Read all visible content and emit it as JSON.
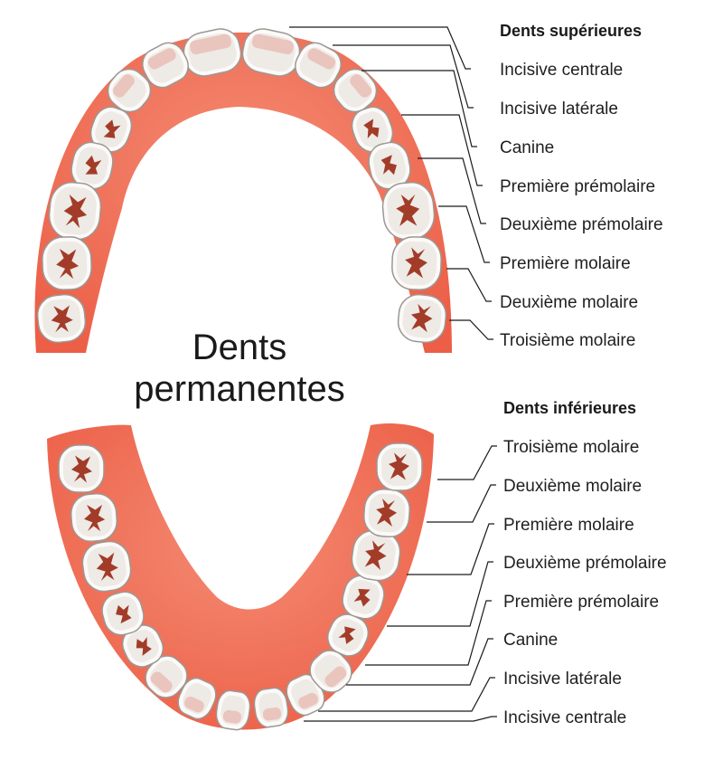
{
  "title_line1": "Dents",
  "title_line2": "permanentes",
  "upper": {
    "heading": "Dents supérieures",
    "labels": [
      "Incisive centrale",
      "Incisive latérale",
      "Canine",
      "Première prémolaire",
      "Deuxième prémolaire",
      "Première molaire",
      "Deuxième molaire",
      "Troisième molaire"
    ]
  },
  "lower": {
    "heading": "Dents inférieures",
    "labels": [
      "Troisième molaire",
      "Deuxième molaire",
      "Première molaire",
      "Deuxième prémolaire",
      "Première prémolaire",
      "Canine",
      "Incisive latérale",
      "Incisive centrale"
    ]
  },
  "colors": {
    "gum": "#ef6a52",
    "gum_highlight": "#f58a72",
    "tooth": "#fbfaf8",
    "fissure": "#a23c29",
    "text": "#1f1f1f"
  }
}
